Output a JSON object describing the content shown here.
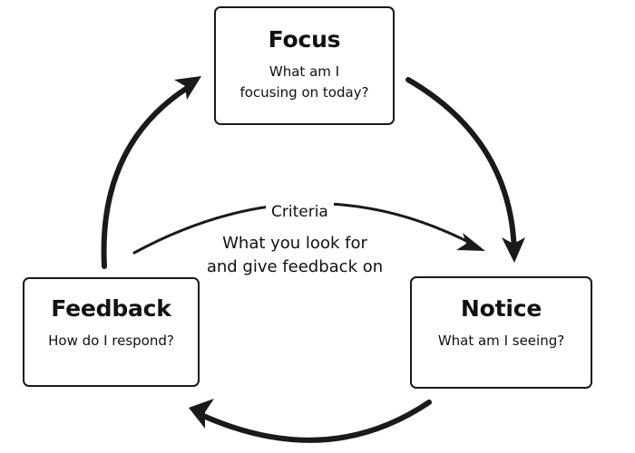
{
  "nodes": {
    "focus": {
      "title": "Focus",
      "question_line1": "What am I",
      "question_line2": "focusing on today?"
    },
    "notice": {
      "title": "Notice",
      "question": "What am I seeing?"
    },
    "feedback": {
      "title": "Feedback",
      "question": "How do I respond?"
    }
  },
  "criteria": {
    "label": "Criteria",
    "description_line1": "What you look for",
    "description_line2": "and give feedback on"
  },
  "cycle": [
    "Focus",
    "Notice",
    "Feedback"
  ],
  "colors": {
    "stroke": "#1a1a1a",
    "background": "#ffffff"
  }
}
